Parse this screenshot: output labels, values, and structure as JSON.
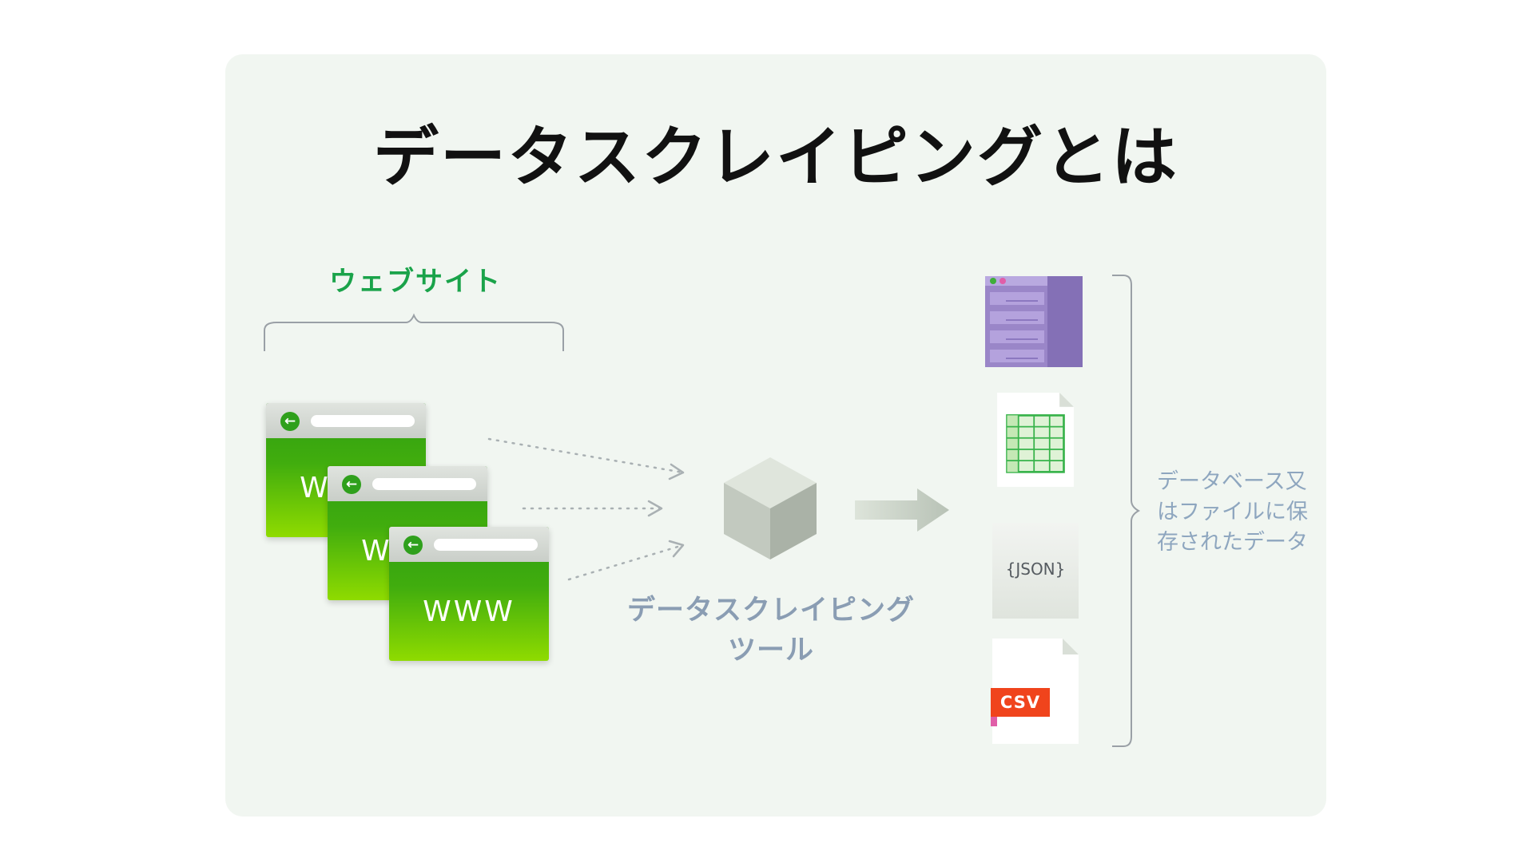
{
  "title": "データスクレイピングとは",
  "website": {
    "label": "ウェブサイト",
    "browsers": [
      {
        "back_icon": "arrow-left-icon",
        "text": "WWW"
      },
      {
        "back_icon": "arrow-left-icon",
        "text": "WWW"
      },
      {
        "back_icon": "arrow-left-icon",
        "text": "WWW"
      }
    ]
  },
  "tool": {
    "label_line1": "データスクレイピング",
    "label_line2": "ツール",
    "icon": "cube-icon"
  },
  "outputs": {
    "icons": [
      "database-icon",
      "spreadsheet-icon",
      "json-file-icon",
      "csv-file-icon"
    ],
    "json_label": "{JSON}",
    "csv_label": "CSV",
    "label_line1": "データベース又",
    "label_line2": "はファイルに保",
    "label_line3": "存されたデータ"
  },
  "colors": {
    "card_bg": "#f1f6f1",
    "green_accent": "#1aa34a",
    "muted_blue": "#8a9db3",
    "browser_green": "#41ad0e",
    "db_purple": "#9b86c9",
    "csv_red": "#f0441c"
  }
}
